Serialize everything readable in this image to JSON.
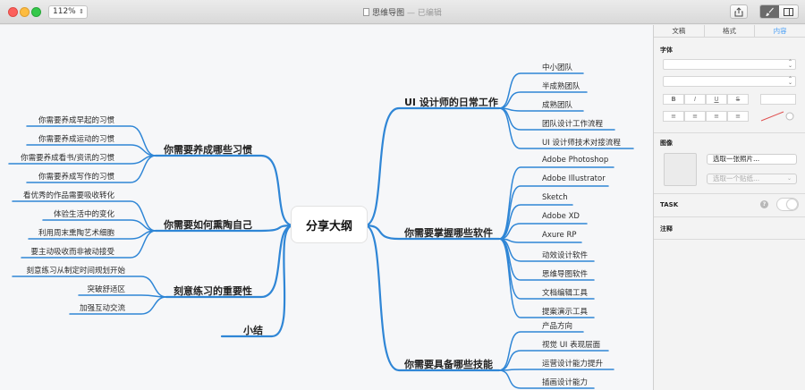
{
  "titlebar": {
    "zoom": "112%",
    "title": "思维导图",
    "status": "已编辑"
  },
  "mindmap": {
    "central": "分享大纲",
    "left": [
      {
        "label": "你需要养成哪些习惯",
        "children": [
          "你需要养成早起的习惯",
          "你需要养成运动的习惯",
          "你需要养成看书/资讯的习惯",
          "你需要养成写作的习惯"
        ]
      },
      {
        "label": "你需要如何熏陶自己",
        "children": [
          "看优秀的作品需要吸收转化",
          "体验生活中的变化",
          "利用周末熏陶艺术细胞",
          "要主动吸收而非被动接受"
        ]
      },
      {
        "label": "刻意练习的重要性",
        "children": [
          "刻意练习从制定时间规划开始",
          "突破舒适区",
          "加强互动交流"
        ]
      },
      {
        "label": "小结",
        "children": []
      }
    ],
    "right": [
      {
        "label": "UI 设计师的日常工作",
        "children": [
          "中小团队",
          "半成熟团队",
          "成熟团队",
          "团队设计工作流程",
          "UI 设计师技术对接流程"
        ]
      },
      {
        "label": "你需要掌握哪些软件",
        "children": [
          "Adobe Photoshop",
          "Adobe Illustrator",
          "Sketch",
          "Adobe XD",
          "Axure RP",
          "动效设计软件",
          "思维导图软件",
          "文档编辑工具",
          "提案演示工具"
        ]
      },
      {
        "label": "你需要具备哪些技能",
        "children": [
          "产品方向",
          "视觉 UI 表现层面",
          "运营设计能力提升",
          "插画设计能力"
        ]
      }
    ]
  },
  "colors": {
    "branch": "#2f86d6",
    "accent": "#4a9ff5"
  },
  "panel": {
    "tabs": [
      "文稿",
      "格式",
      "内容"
    ],
    "font_title": "字体",
    "style_buttons": [
      "B",
      "I",
      "U",
      "S"
    ],
    "image_title": "图像",
    "choose_photo": "选取一张照片...",
    "choose_sticker": "选取一个贴纸...",
    "task_title": "TASK",
    "note_title": "注释"
  }
}
